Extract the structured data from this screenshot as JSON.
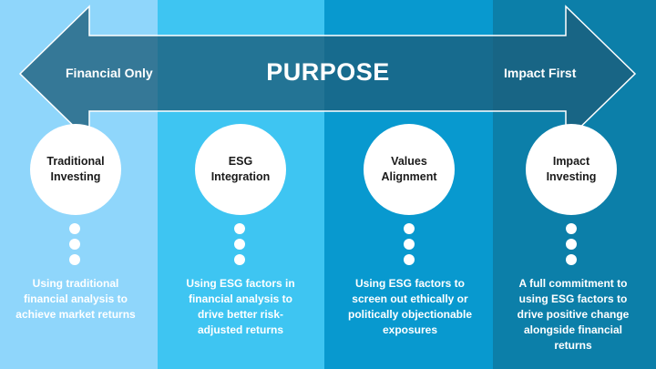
{
  "colors": {
    "col1": "#8fd6fb",
    "col2": "#3ec5f2",
    "col3": "#0899cf",
    "col4": "#0c7fa9",
    "arrow": "#1c5d7b"
  },
  "arrow": {
    "left_label": "Financial Only",
    "center_label": "PURPOSE",
    "right_label": "Impact First"
  },
  "items": [
    {
      "title_lines": [
        "Traditional",
        "Investing"
      ],
      "description_lines": [
        "Using traditional",
        "financial analysis to",
        "achieve market returns"
      ]
    },
    {
      "title_lines": [
        "ESG",
        "Integration"
      ],
      "description_lines": [
        "Using ESG factors in",
        "financial analysis to",
        "drive better risk-",
        "adjusted returns"
      ]
    },
    {
      "title_lines": [
        "Values",
        "Alignment"
      ],
      "description_lines": [
        "Using ESG factors to",
        "screen out ethically or",
        "politically objectionable",
        "exposures"
      ]
    },
    {
      "title_lines": [
        "Impact",
        "Investing"
      ],
      "description_lines": [
        "A full commitment to",
        "using ESG factors to",
        "drive positive change",
        "alongside financial",
        "returns"
      ]
    }
  ]
}
